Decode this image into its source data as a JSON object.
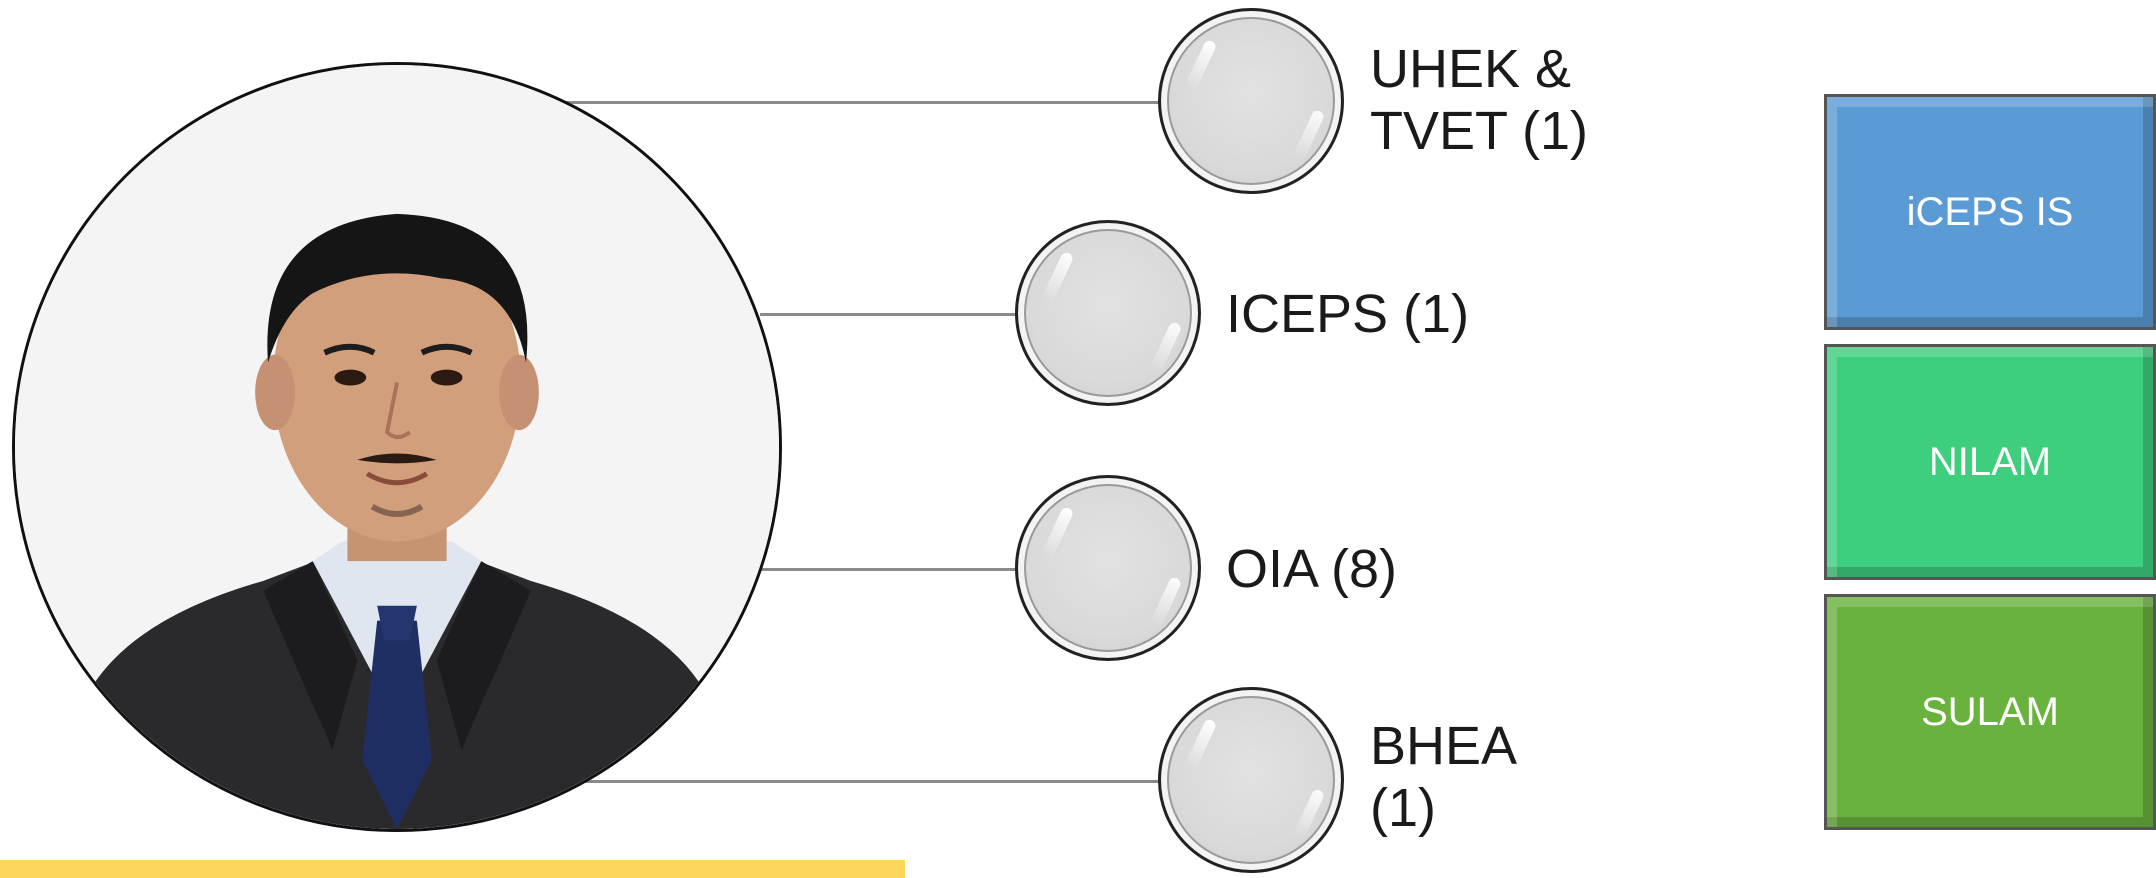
{
  "nodes": [
    {
      "label": "UHEK &\nTVET (1)"
    },
    {
      "label": "ICEPS (1)"
    },
    {
      "label": "OIA (8)"
    },
    {
      "label": "BHEA\n(1)"
    }
  ],
  "boxes": [
    {
      "label": "iCEPS IS",
      "color": "#5b9bd5"
    },
    {
      "label": "NILAM",
      "color": "#3ecf7e"
    },
    {
      "label": "SULAM",
      "color": "#6ab23e"
    }
  ],
  "colors": {
    "connector": "#8a8a8a",
    "accent_bar": "#fcd75c",
    "node_fill": "#d9d9d9"
  }
}
